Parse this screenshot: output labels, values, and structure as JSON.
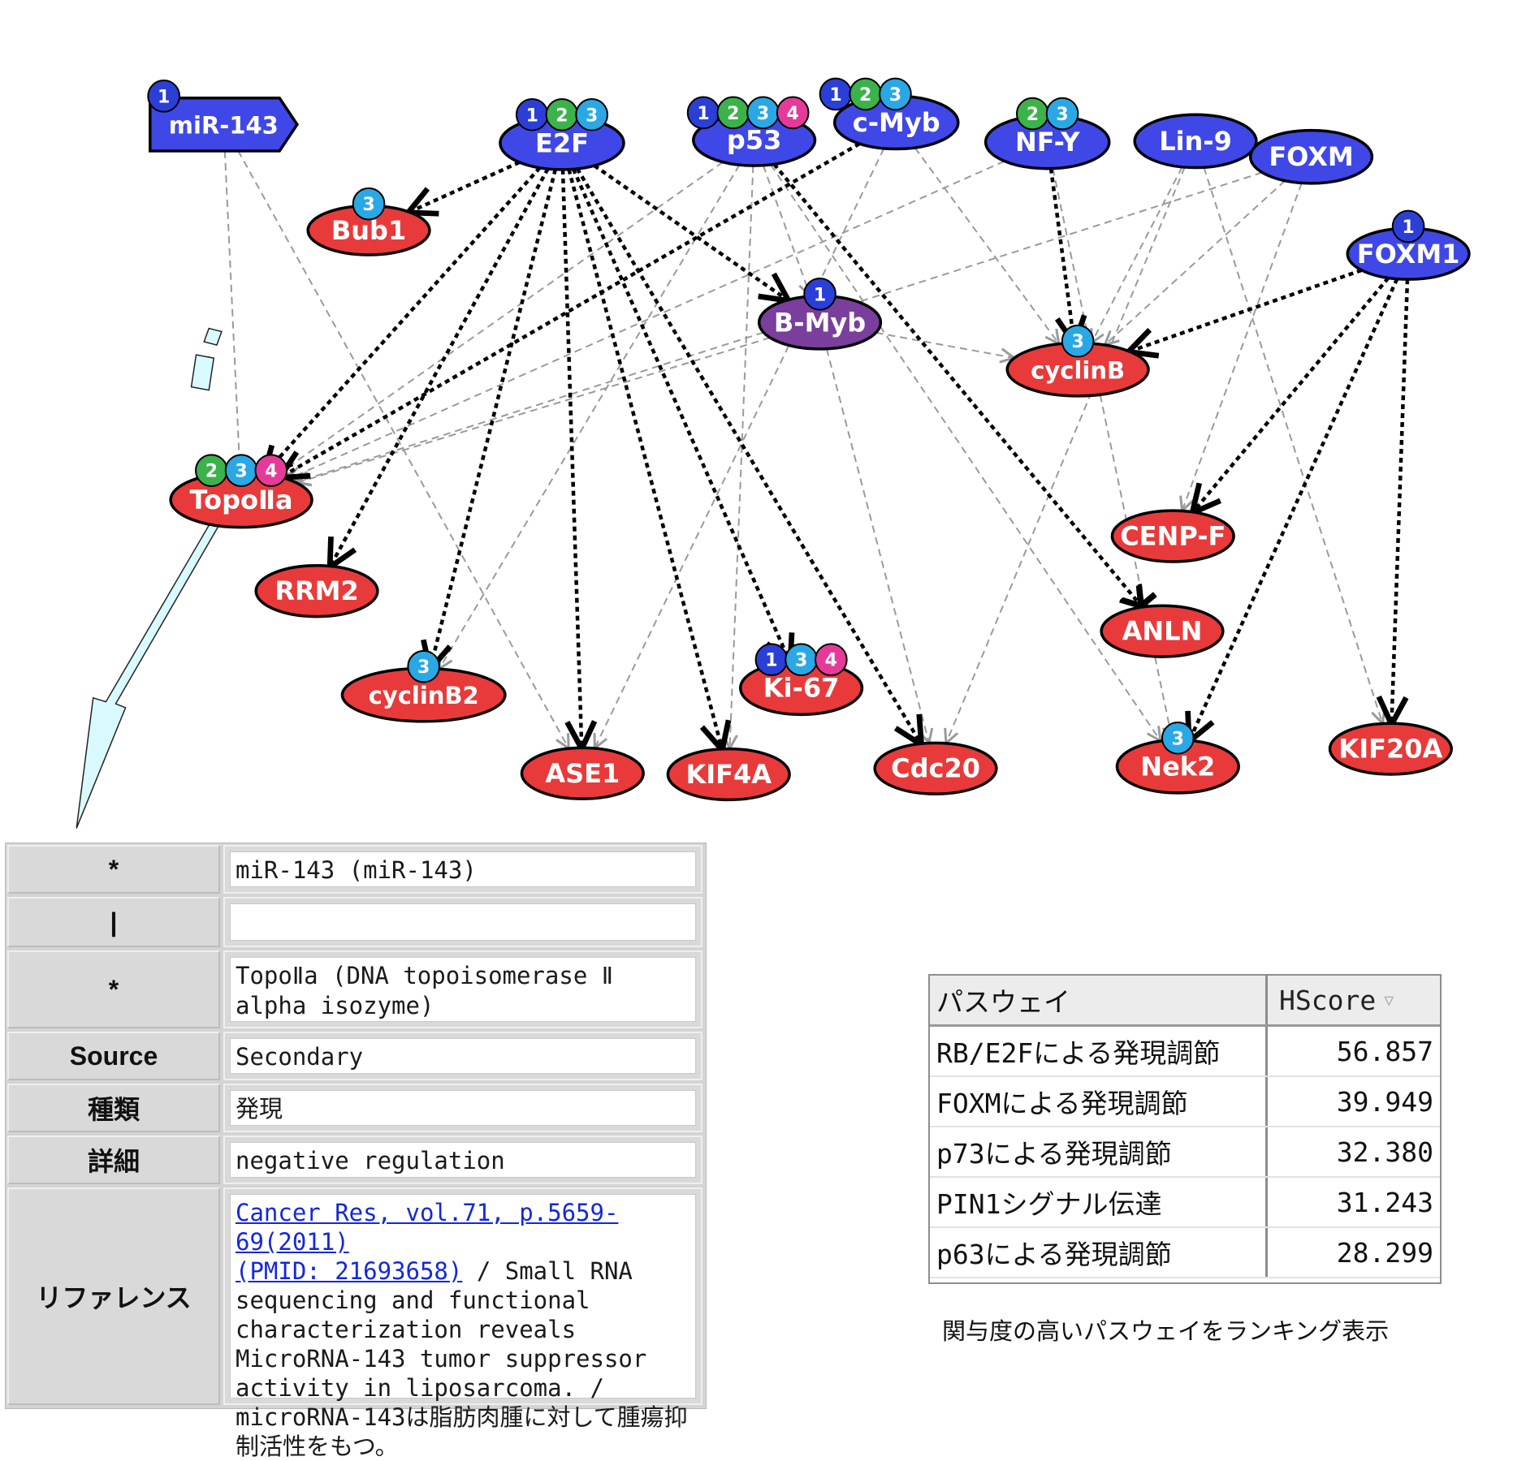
{
  "network": {
    "nodes": {
      "mir143": {
        "label": "miR-143",
        "badges": [
          "1"
        ]
      },
      "e2f": {
        "label": "E2F",
        "badges": [
          "1",
          "2",
          "3"
        ]
      },
      "p53": {
        "label": "p53",
        "badges": [
          "1",
          "2",
          "3",
          "4"
        ]
      },
      "cmyb": {
        "label": "c-Myb",
        "badges": [
          "1",
          "2",
          "3"
        ]
      },
      "nfy": {
        "label": "NF-Y",
        "badges": [
          "2",
          "3"
        ]
      },
      "lin9": {
        "label": "Lin-9",
        "badges": []
      },
      "foxm": {
        "label": "FOXM",
        "badges": []
      },
      "foxm1": {
        "label": "FOXM1",
        "badges": [
          "1"
        ]
      },
      "bub1": {
        "label": "Bub1",
        "badges": [
          "3"
        ]
      },
      "bmyb": {
        "label": "B-Myb",
        "badges": [
          "1"
        ]
      },
      "cyclinb": {
        "label": "cyclinB",
        "badges": [
          "3"
        ]
      },
      "topo": {
        "label": "TopoⅡa",
        "badges": [
          "2",
          "3",
          "4"
        ]
      },
      "cenpf": {
        "label": "CENP-F",
        "badges": []
      },
      "rrm2": {
        "label": "RRM2",
        "badges": []
      },
      "anln": {
        "label": "ANLN",
        "badges": []
      },
      "cyclinb2": {
        "label": "cyclinB2",
        "badges": [
          "3"
        ]
      },
      "ki67": {
        "label": "Ki-67",
        "badges": [
          "1",
          "3",
          "4"
        ]
      },
      "ase1": {
        "label": "ASE1",
        "badges": []
      },
      "kif4a": {
        "label": "KIF4A",
        "badges": []
      },
      "cdc20": {
        "label": "Cdc20",
        "badges": []
      },
      "nek2": {
        "label": "Nek2",
        "badges": [
          "3"
        ]
      },
      "kif20a": {
        "label": "KIF20A",
        "badges": []
      }
    },
    "colors": {
      "regulator_fill": "#3f48e6",
      "target_fill": "#e83a3a",
      "bmyb_fill": "#7a3f9c",
      "edge_bold": "#000000",
      "edge_light": "#9a9a9a",
      "badge_1": "#2b3fd6",
      "badge_2": "#3bb24a",
      "badge_3": "#2aa8e6",
      "badge_4": "#e63a9a",
      "callout_fill": "#d8faff"
    }
  },
  "detail": {
    "rows": [
      {
        "label": "*",
        "value": "miR-143 (miR-143)"
      },
      {
        "label": "|",
        "value": ""
      },
      {
        "label": "*",
        "value": "TopoⅡa (DNA topoisomerase Ⅱ alpha isozyme)"
      },
      {
        "label": "Source",
        "value": "Secondary"
      },
      {
        "label": "種類",
        "value": "発現"
      },
      {
        "label": "詳細",
        "value": "negative regulation"
      }
    ],
    "reference": {
      "label": "リファレンス",
      "link1": "Cancer Res, vol.71, p.5659-69(2011)",
      "link2": "(PMID: 21693658)",
      "text": " / Small RNA sequencing and functional characterization reveals MicroRNA-143 tumor suppressor activity in liposarcoma. / microRNA-143は脂肪肉腫に対して腫瘍抑制活性をもつ。"
    }
  },
  "ranking": {
    "header": {
      "pathway": "パスウェイ",
      "score": "HScore"
    },
    "rows": [
      {
        "pathway": "RB/E2Fによる発現調節",
        "score": "56.857"
      },
      {
        "pathway": "FOXMによる発現調節",
        "score": "39.949"
      },
      {
        "pathway": "p73による発現調節",
        "score": "32.380"
      },
      {
        "pathway": "PIN1シグナル伝達",
        "score": "31.243"
      },
      {
        "pathway": "p63による発現調節",
        "score": "28.299"
      }
    ],
    "caption": "関与度の高いパスウェイをランキング表示"
  }
}
